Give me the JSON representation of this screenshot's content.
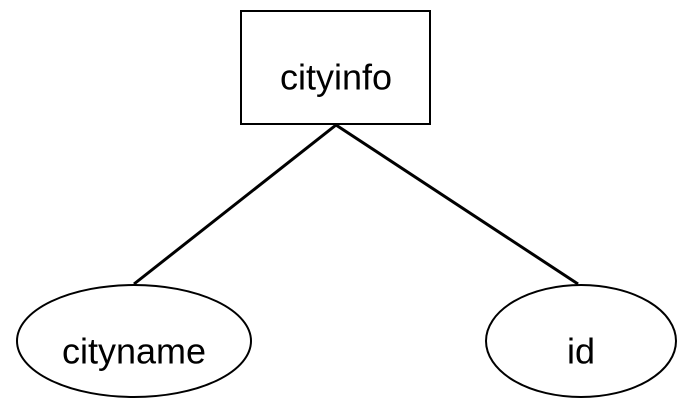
{
  "entity": {
    "label": "cityinfo"
  },
  "attributes": [
    {
      "label": "cityname"
    },
    {
      "label": "id"
    }
  ],
  "style": {
    "stroke": "#000000",
    "fill": "#ffffff",
    "text": "#000000"
  }
}
